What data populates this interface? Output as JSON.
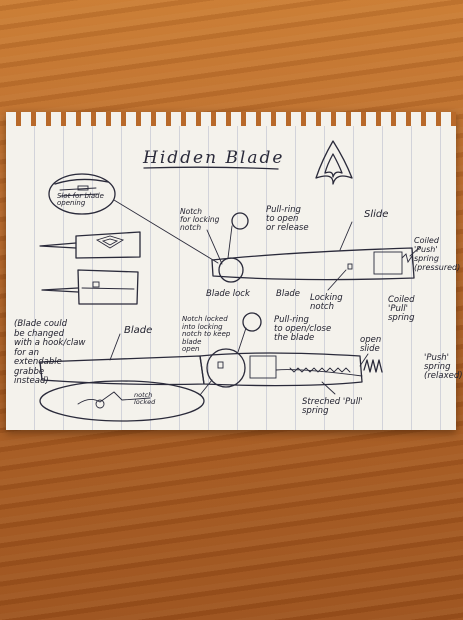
{
  "title": "Hidden Blade",
  "labels": {
    "blade_opening": "Slot for blade\nopening",
    "notch_locking_1": "Notch\nfor locking\nnotch",
    "pull_ring_1": "Pull-ring\nto open\nor release",
    "slide_1": "Slide",
    "coiled_push": "Coiled\n'Push'\nspring\n(pressured)",
    "blade_lock": "Blade lock",
    "blade_1": "Blade",
    "locking_notch": "Locking\nnotch",
    "coiled_pull": "Coiled\n'Pull'\nspring",
    "blade_note": "(Blade could\nbe changed\nwith a hook/claw\nfor an\nextendable\ngrabbe\ninstead)",
    "blade_2": "Blade",
    "notch_locked": "Notch locked\ninto locking\nnotch to keep\nblade\nopen",
    "pull_ring_2": "Pull-ring\nto open/close\nthe blade",
    "open_slide": "open\nslide",
    "push_spring": "'Push'\nspring\n(relaxed)",
    "notch_locked_small": "notch\nlocked",
    "stretched_pull": "Streched 'Pull'\nspring"
  }
}
